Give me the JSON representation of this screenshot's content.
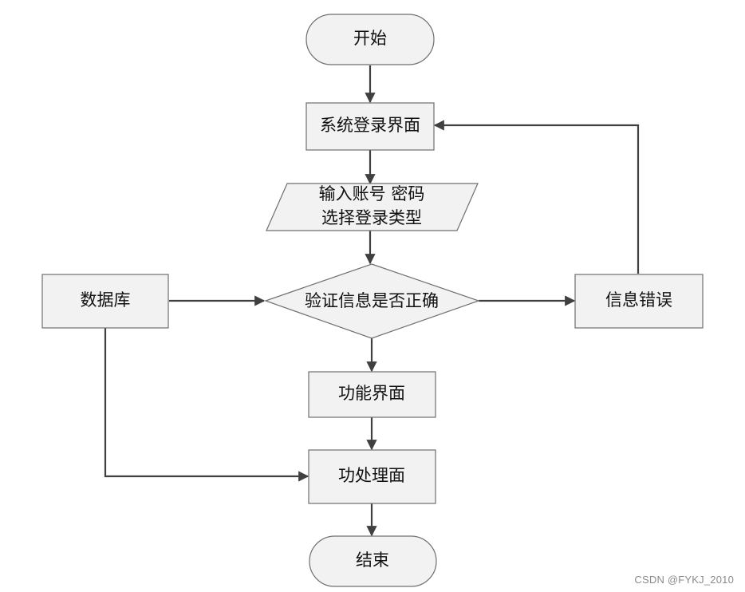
{
  "flowchart": {
    "nodes": {
      "start": {
        "label": "开始",
        "shape": "terminator"
      },
      "login_screen": {
        "label": "系统登录界面",
        "shape": "process"
      },
      "input": {
        "label_lines": [
          "输入账号 密码",
          "选择登录类型"
        ],
        "shape": "data"
      },
      "verify": {
        "label": "验证信息是否正确",
        "shape": "decision"
      },
      "database": {
        "label": "数据库",
        "shape": "process"
      },
      "info_error": {
        "label": "信息错误",
        "shape": "process"
      },
      "function_screen": {
        "label": "功能界面",
        "shape": "process"
      },
      "process_screen": {
        "label": "功处理面",
        "shape": "process"
      },
      "end": {
        "label": "结束",
        "shape": "terminator"
      }
    },
    "edges": [
      {
        "from": "start",
        "to": "login_screen"
      },
      {
        "from": "login_screen",
        "to": "input"
      },
      {
        "from": "input",
        "to": "verify"
      },
      {
        "from": "database",
        "to": "verify"
      },
      {
        "from": "verify",
        "to": "info_error"
      },
      {
        "from": "info_error",
        "to": "login_screen"
      },
      {
        "from": "verify",
        "to": "function_screen"
      },
      {
        "from": "function_screen",
        "to": "process_screen"
      },
      {
        "from": "database",
        "to": "process_screen"
      },
      {
        "from": "process_screen",
        "to": "end"
      }
    ]
  },
  "colors": {
    "node_fill": "#f2f2f2",
    "node_stroke": "#6f6f6f",
    "edge": "#404040",
    "text": "#111111",
    "watermark": "#8a8a8a"
  },
  "watermark": "CSDN @FYKJ_2010"
}
